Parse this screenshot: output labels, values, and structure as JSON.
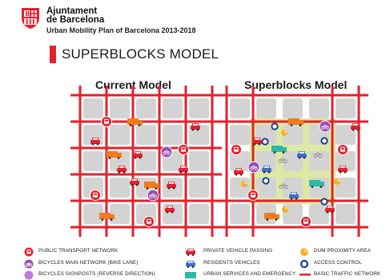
{
  "header": {
    "org_line1": "Ajuntament",
    "org_line2": "de Barcelona",
    "subtitle": "Urban Mobility Plan of Barcelona 2013-2018"
  },
  "section_title": "SUPERBLOCKS MODEL",
  "models": {
    "current": {
      "title": "Current Model"
    },
    "superblocks": {
      "title": "Superblocks Model"
    }
  },
  "legend": [
    {
      "label": "PUBLIC TRANSPORT NETWORK",
      "icon": "bus-stop-icon"
    },
    {
      "label": "BICYCLES MAIN NETWORK (BIKE LANE)",
      "icon": "bike-lane-icon"
    },
    {
      "label": "BICYCLES SIGNPOSTS (REVERSE DIRECTION)",
      "icon": "bike-signpost-icon"
    },
    {
      "label": "PRIVATE VEHICLE PASSING",
      "icon": "red-car-icon"
    },
    {
      "label": "RESIDENTS VEHICLES",
      "icon": "blue-car-icon"
    },
    {
      "label": "URBAN SERVICES AND EMERGENCY",
      "icon": "service-truck-icon"
    },
    {
      "label": "DUM PROXIMITY AREA",
      "icon": "dum-area-icon"
    },
    {
      "label": "ACCESS CONTROL",
      "icon": "access-control-icon"
    },
    {
      "label": "BASIC TRAFFIC NETWORK",
      "icon": "basic-traffic-line-icon"
    }
  ],
  "colors": {
    "red": "#e4202b",
    "purple": "#9b4fb5",
    "teal": "#2fb8a4",
    "blue": "#3f6fc6",
    "navy": "#1d3f8c",
    "green": "#dbe9a2",
    "yellow": "#f2b128",
    "orange": "#f07b1e",
    "block": "#d3d3d3"
  }
}
